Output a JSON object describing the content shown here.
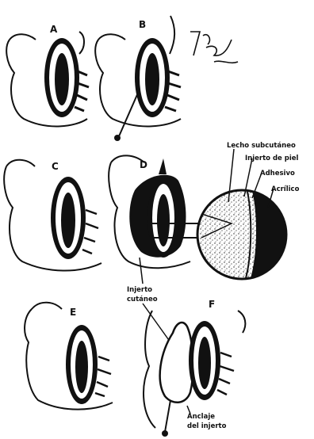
{
  "panels": [
    "A",
    "B",
    "C",
    "D",
    "E",
    "F"
  ],
  "callouts": {
    "lecho": "Lecho subcutáneo",
    "injerto_piel": "Injerto de piel",
    "adhesivo": "Adhesivo",
    "acrilico": "Acrílico",
    "injerto_cutaneo_1": "Injerto",
    "injerto_cutaneo_2": "cutáneo",
    "anclaje_1": "Anclaje",
    "anclaje_2": "del injerto"
  },
  "signature": "7/mr Bend1"
}
